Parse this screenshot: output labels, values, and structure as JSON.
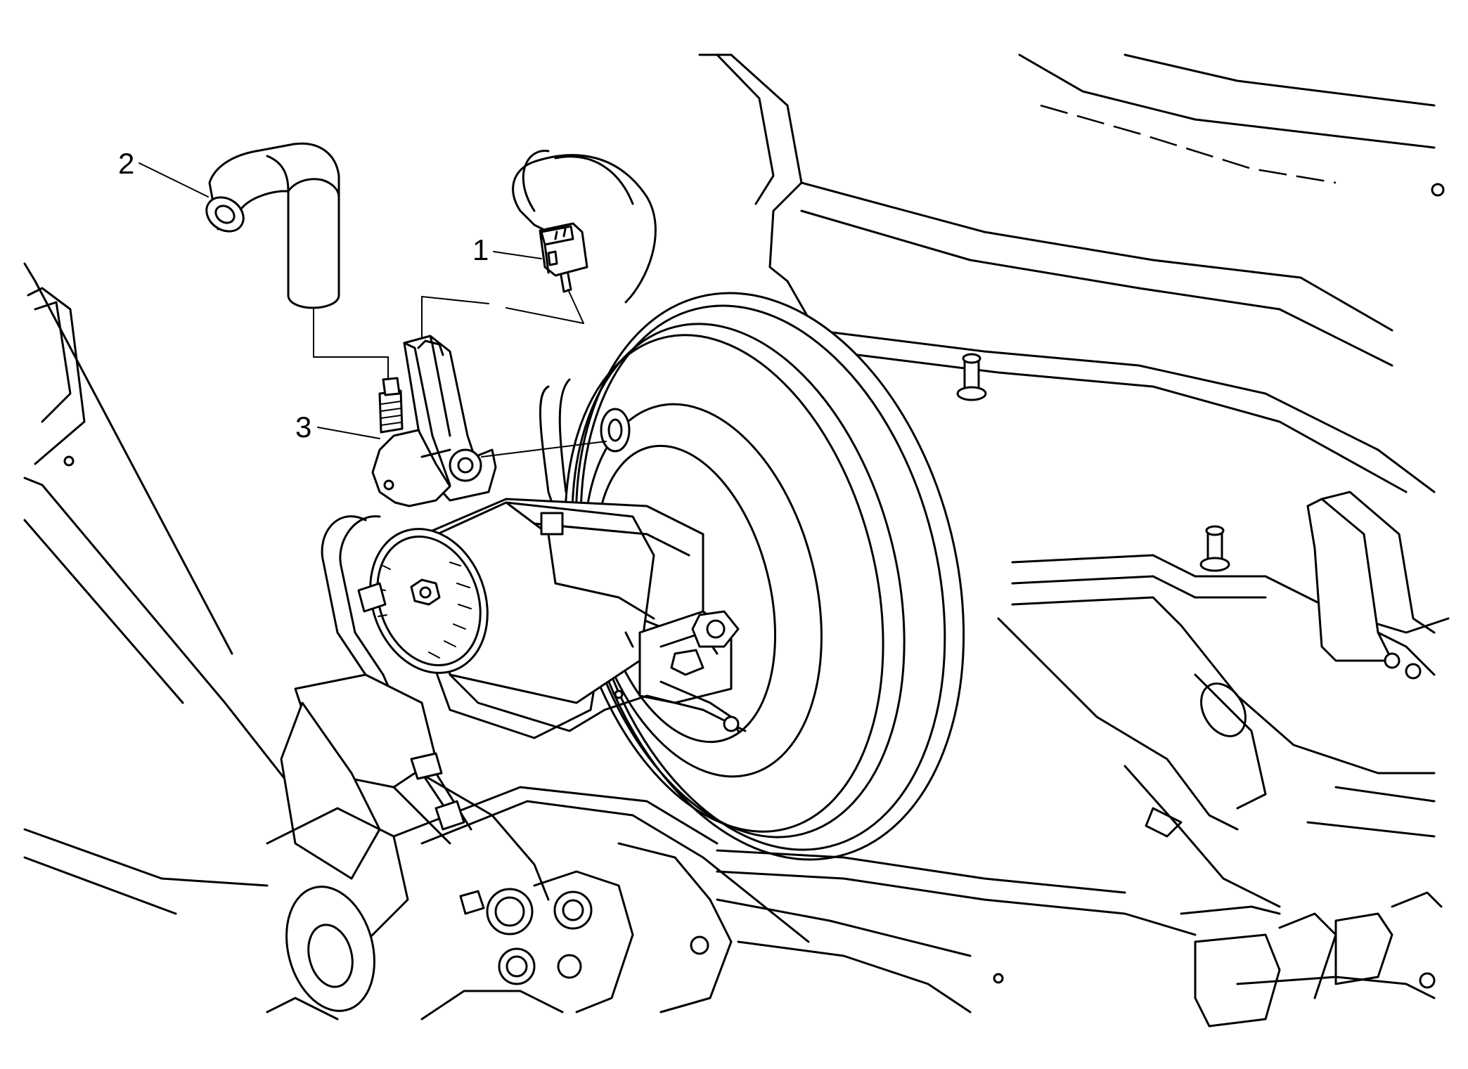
{
  "callouts": [
    {
      "number": "1",
      "part": "connector"
    },
    {
      "number": "2",
      "part": "vacuum-hose"
    },
    {
      "number": "3",
      "part": "vacuum-sensor"
    }
  ]
}
